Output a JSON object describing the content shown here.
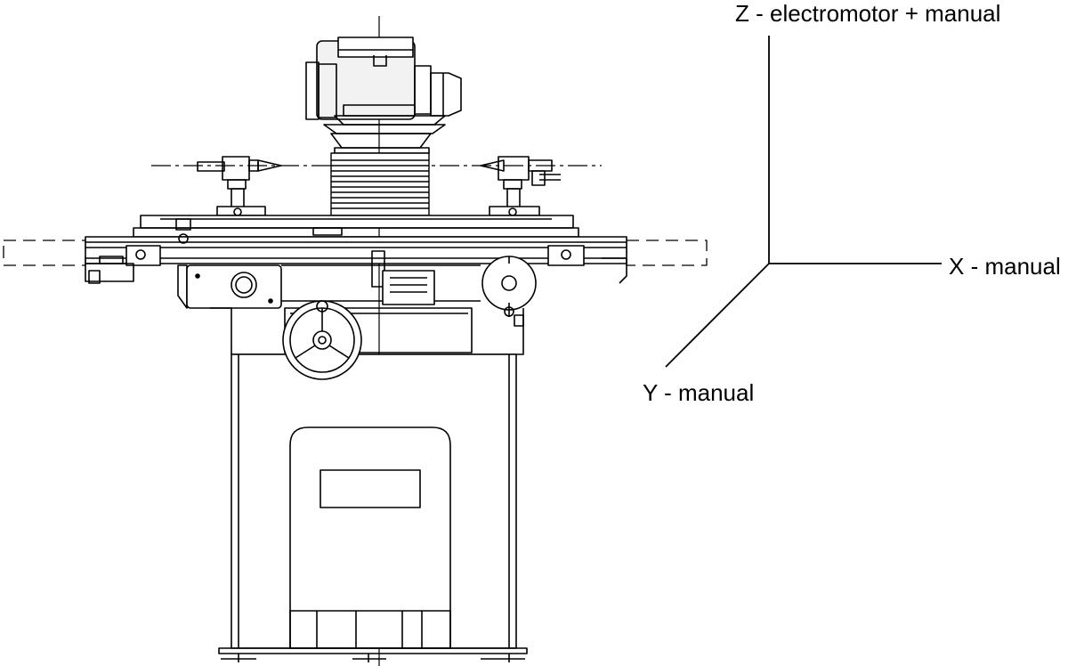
{
  "axes": {
    "z_label": "Z - electromotor + manual",
    "x_label": "X - manual",
    "y_label": "Y - manual"
  },
  "colors": {
    "line": "#000000",
    "background": "#ffffff",
    "fill_light": "#f2f2f2"
  },
  "icons": {
    "machine": "tool-grinder-drawing"
  }
}
